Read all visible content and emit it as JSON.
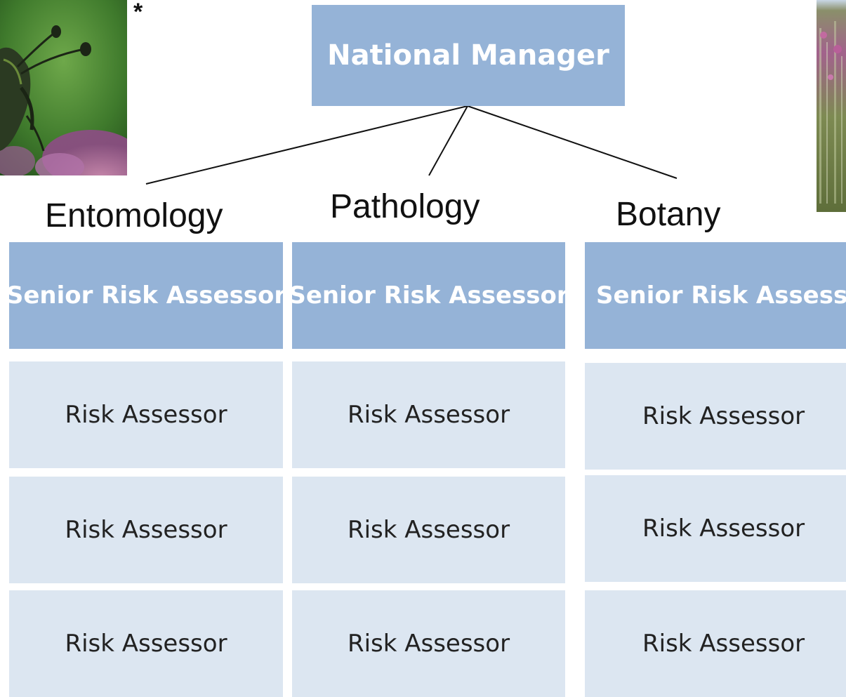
{
  "top": {
    "asterisk": "*",
    "manager_label": "National Manager"
  },
  "departments": [
    {
      "name": "Entomology",
      "senior_label": "Senior Risk Assessor",
      "assessors": [
        "Risk Assessor",
        "Risk Assessor",
        "Risk Assessor"
      ]
    },
    {
      "name": "Pathology",
      "senior_label": "Senior Risk Assessor",
      "assessors": [
        "Risk Assessor",
        "Risk Assessor",
        "Risk Assessor"
      ]
    },
    {
      "name": "Botany",
      "senior_label": "Senior Risk Assessor",
      "assessors": [
        "Risk Assessor",
        "Risk Assessor",
        "Risk Assessor"
      ]
    }
  ],
  "colors": {
    "senior_fill": "#95b3d7",
    "assessor_fill": "#dce6f1",
    "senior_text": "#ffffff",
    "assessor_text": "#222222",
    "connector": "#111111"
  },
  "images": {
    "left_photo": "insect-on-flower-photo",
    "right_photo": "wildflower-meadow-photo"
  }
}
